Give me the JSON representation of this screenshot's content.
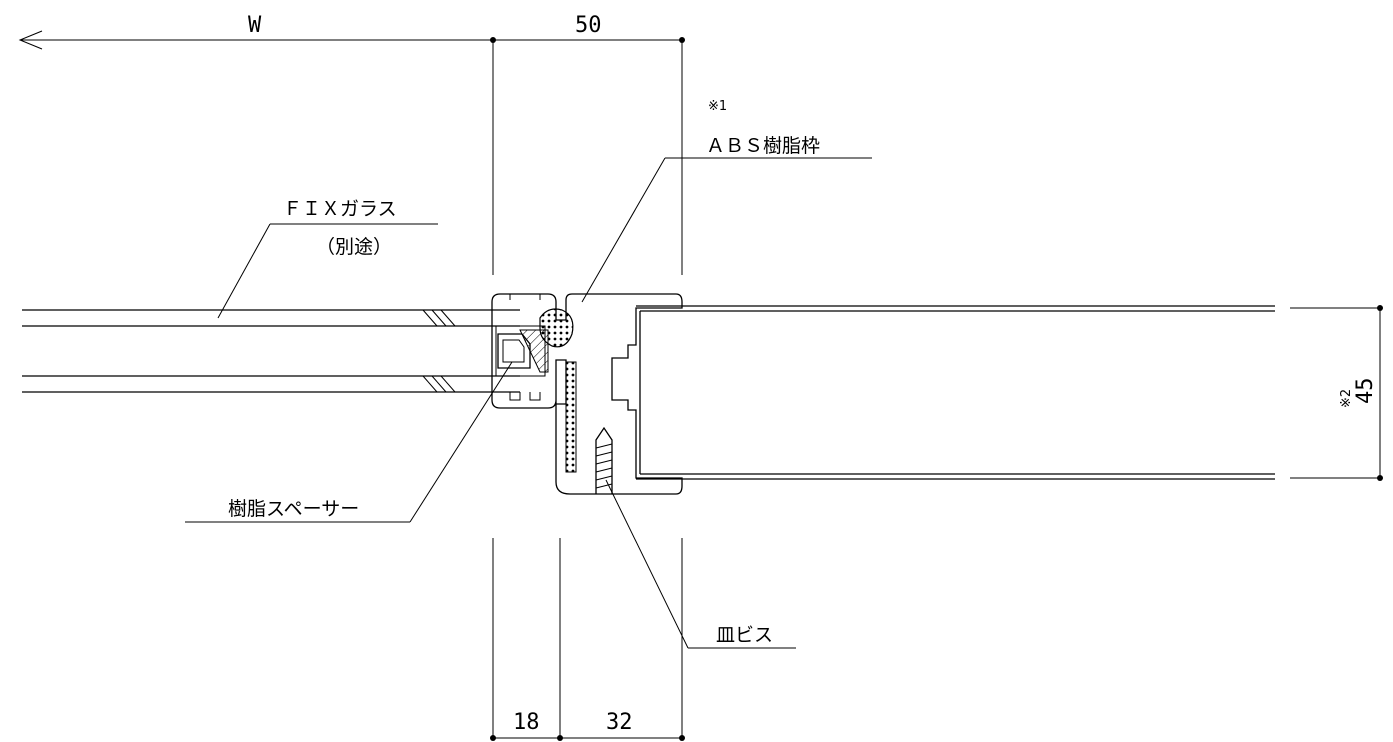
{
  "dimensions": {
    "width_symbol": "W",
    "frame_total": "50",
    "part_a": "18",
    "part_b": "32",
    "thickness": "45",
    "thickness_note": "※2"
  },
  "labels": {
    "note_1": "※1",
    "abs_frame": "ＡＢＳ樹脂枠",
    "fix_glass": "ＦＩＸガラス",
    "fix_glass_note": "（別途）",
    "resin_spacer": "樹脂スペーサー",
    "flat_screw": "皿ビス"
  }
}
